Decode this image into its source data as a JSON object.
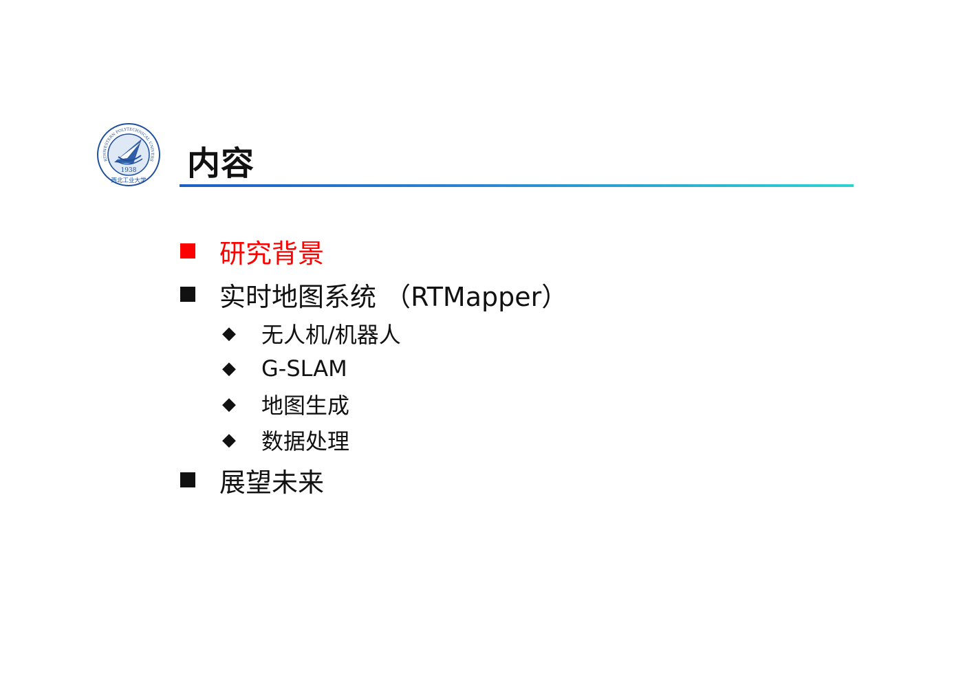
{
  "slide": {
    "title": "内容",
    "logo": {
      "ring_text": "NORTHWESTERN POLYTECHNICAL UNIVERSITY",
      "year": "1938",
      "chinese_name": "西北工业大学",
      "color": "#1e4f9c"
    },
    "items": [
      {
        "label": "研究背景",
        "active": true,
        "color": "#ff0000"
      },
      {
        "label": "实时地图系统 （RTMapper）"
      },
      {
        "label": "展望未来"
      }
    ],
    "subitems": [
      {
        "label": "无人机/机器人"
      },
      {
        "label": "G-SLAM"
      },
      {
        "label": "地图生成"
      },
      {
        "label": "数据处理"
      }
    ]
  }
}
